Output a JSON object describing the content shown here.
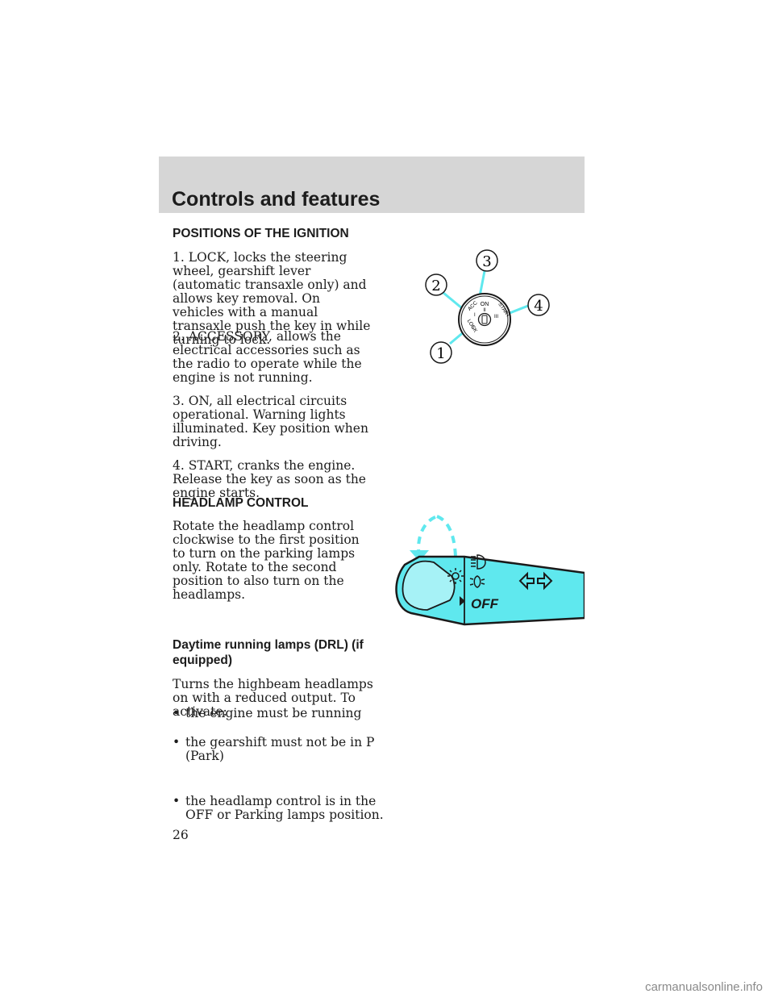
{
  "header": {
    "title": "Controls and features"
  },
  "ignition": {
    "heading": "POSITIONS OF THE IGNITION",
    "items": [
      "1. LOCK, locks the steering wheel, gearshift lever (automatic transaxle only) and allows key removal. On vehicles with a manual transaxle push the key in while turning to lock.",
      "2. ACCESSORY, allows the electrical accessories such as the radio to operate while the engine is not running.",
      "3. ON, all electrical circuits operational. Warning lights illuminated. Key position when driving.",
      "4. START, cranks the engine. Release the key as soon as the engine starts."
    ],
    "diagram": {
      "callouts": [
        "1",
        "2",
        "3",
        "4"
      ],
      "labels": {
        "on": "ON",
        "on_mark": "II",
        "acc": "ACC",
        "acc_mark": "I",
        "lock": "LOCK",
        "lock_mark": "0",
        "start": "START",
        "start_mark": "III"
      }
    }
  },
  "headlamp": {
    "heading": "HEADLAMP CONTROL",
    "text": "Rotate the headlamp control clockwise to the first position to turn on the parking lamps only. Rotate to the second position to also turn on the headlamps.",
    "diagram": {
      "off_label": "OFF"
    }
  },
  "drl": {
    "heading": "Daytime running lamps (DRL) (if equipped)",
    "intro": "Turns the highbeam headlamps on with a reduced output. To activate:",
    "bullets": [
      "the engine must be running",
      "the gearshift must not be in P (Park)",
      "the headlamp control is in the OFF or Parking lamps position."
    ]
  },
  "page_number": "26",
  "watermark": "carmanualsonline.info",
  "colors": {
    "header_band": "#d6d6d6",
    "diagram_cyan": "#5fe8ee",
    "diagram_light_cyan": "#a6f2f6"
  }
}
